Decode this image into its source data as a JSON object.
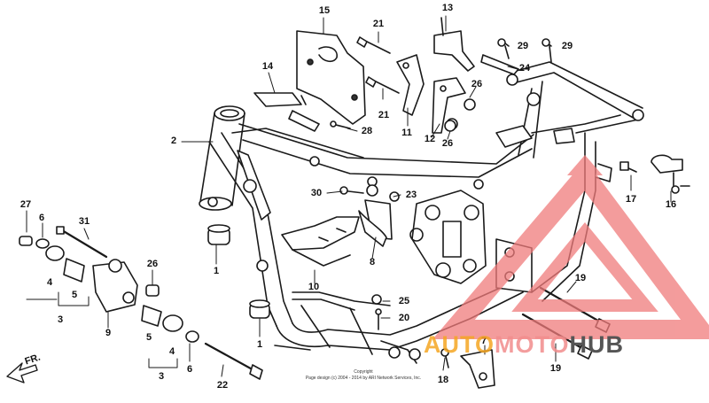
{
  "copyright": {
    "line1": "Copyright",
    "line2": "Page design (c) 2004 - 2014 by ARI Network Services, Inc."
  },
  "direction_label": "FR.",
  "watermark": {
    "word_a": "AUTO",
    "word_b": "MOTO",
    "word_c": "HUB",
    "colors": {
      "triangle": "#f07b7b",
      "auto": "#f5a623",
      "moto": "#f28d8d",
      "hub": "#555555"
    }
  },
  "callouts": [
    {
      "id": "c15",
      "label": "15"
    },
    {
      "id": "c21a",
      "label": "21"
    },
    {
      "id": "c13",
      "label": "13"
    },
    {
      "id": "c29a",
      "label": "29"
    },
    {
      "id": "c29b",
      "label": "29"
    },
    {
      "id": "c14",
      "label": "14"
    },
    {
      "id": "c24",
      "label": "24"
    },
    {
      "id": "c26a",
      "label": "26"
    },
    {
      "id": "c21b",
      "label": "21"
    },
    {
      "id": "c11",
      "label": "11"
    },
    {
      "id": "c28",
      "label": "28"
    },
    {
      "id": "c12",
      "label": "12"
    },
    {
      "id": "c26b",
      "label": "26"
    },
    {
      "id": "c2",
      "label": "2"
    },
    {
      "id": "c30",
      "label": "30"
    },
    {
      "id": "c23",
      "label": "23"
    },
    {
      "id": "c17",
      "label": "17"
    },
    {
      "id": "c16",
      "label": "16"
    },
    {
      "id": "c27",
      "label": "27"
    },
    {
      "id": "c6a",
      "label": "6"
    },
    {
      "id": "c31",
      "label": "31"
    },
    {
      "id": "c1a",
      "label": "1"
    },
    {
      "id": "c8",
      "label": "8"
    },
    {
      "id": "c26c",
      "label": "26"
    },
    {
      "id": "c4a",
      "label": "4"
    },
    {
      "id": "c5a",
      "label": "5"
    },
    {
      "id": "c10",
      "label": "10"
    },
    {
      "id": "c3a",
      "label": "3"
    },
    {
      "id": "c9",
      "label": "9"
    },
    {
      "id": "c25",
      "label": "25"
    },
    {
      "id": "c20",
      "label": "20"
    },
    {
      "id": "c19a",
      "label": "19"
    },
    {
      "id": "c1b",
      "label": "1"
    },
    {
      "id": "c5b",
      "label": "5"
    },
    {
      "id": "c4b",
      "label": "4"
    },
    {
      "id": "c6b",
      "label": "6"
    },
    {
      "id": "c3b",
      "label": "3"
    },
    {
      "id": "c22",
      "label": "22"
    },
    {
      "id": "c7",
      "label": "7"
    },
    {
      "id": "c18",
      "label": "18"
    },
    {
      "id": "c19b",
      "label": "19"
    }
  ]
}
